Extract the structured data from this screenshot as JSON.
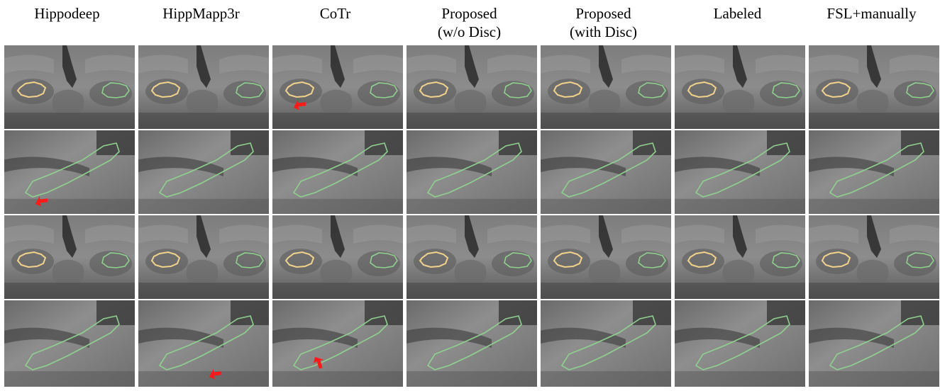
{
  "columns": [
    {
      "title": "Hippodeep"
    },
    {
      "title": "HippMapp3r"
    },
    {
      "title": "CoTr"
    },
    {
      "title": "Proposed\n(w/o Disc)"
    },
    {
      "title": "Proposed\n(with Disc)"
    },
    {
      "title": "Labeled"
    },
    {
      "title": "FSL+manually"
    }
  ],
  "colors": {
    "left_contour": "#f3d38c",
    "right_contour": "#8fd28f",
    "arrow": "#ff1a1a"
  },
  "rows": [
    {
      "view": "coronal",
      "group": 1,
      "arrow_columns": [
        "CoTr"
      ]
    },
    {
      "view": "sagittal",
      "group": 1,
      "arrow_columns": [
        "Hippodeep"
      ]
    },
    {
      "view": "coronal",
      "group": 2,
      "arrow_columns": []
    },
    {
      "view": "sagittal",
      "group": 2,
      "arrow_columns": [
        "HippMapp3r",
        "CoTr"
      ]
    }
  ]
}
